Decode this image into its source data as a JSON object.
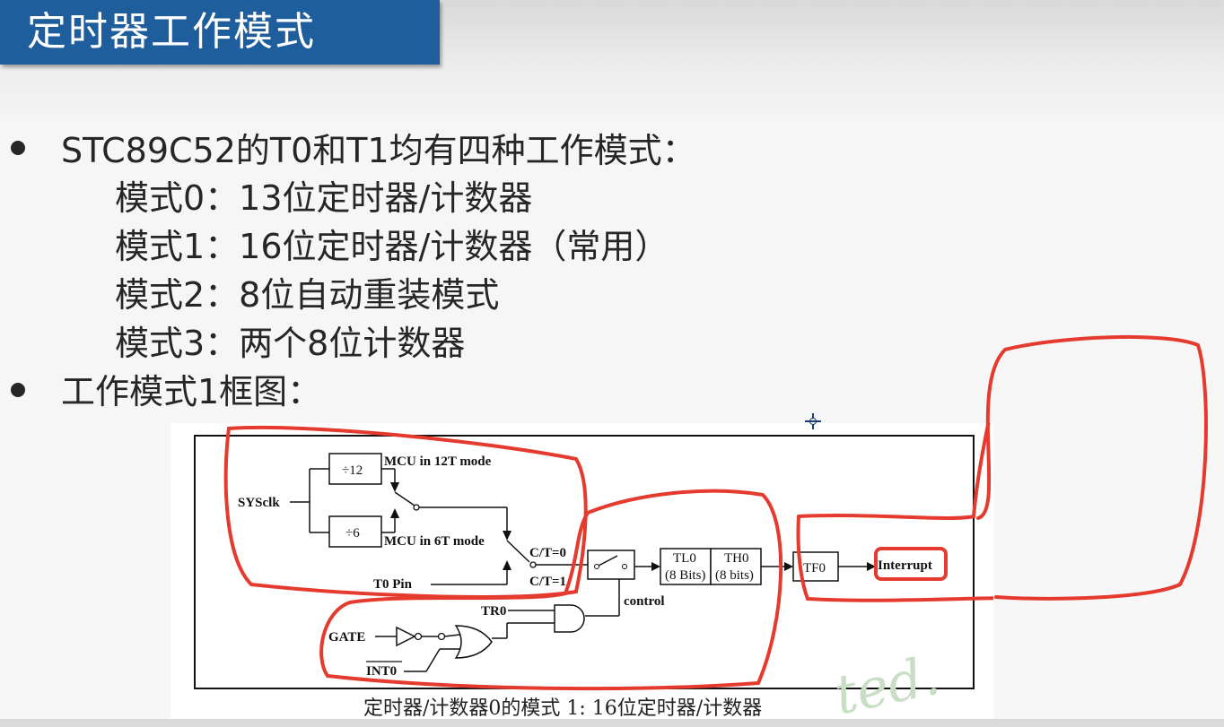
{
  "slide": {
    "title": "定时器工作模式"
  },
  "bullets": [
    {
      "text": "STC89C52的T0和T1均有四种工作模式：",
      "sub": [
        "模式0：13位定时器/计数器",
        "模式1：16位定时器/计数器（常用）",
        "模式2：8位自动重装模式",
        "模式3：两个8位计数器"
      ]
    },
    {
      "text": "工作模式1框图：",
      "sub": []
    }
  ],
  "diagram": {
    "sysclk": "SYSclk",
    "div12": "÷12",
    "div6": "÷6",
    "mode12t": "MCU in 12T mode",
    "mode6t": "MCU in 6T mode",
    "t0pin": "T0 Pin",
    "ct_top": "C/T=0",
    "ct_bottom": "C/T=1",
    "tl0": "TL0",
    "tl0_bits": "(8 Bits)",
    "th0": "TH0",
    "th0_bits": "(8 bits)",
    "tf0": "TF0",
    "interrupt": "Interrupt",
    "control": "control",
    "tr0": "TR0",
    "gate": "GATE",
    "int0": "INT0",
    "caption": "定时器/计数器0的模式 1: 16位定时器/计数器",
    "watermark": "ted."
  },
  "annotation_color": "#e53a2e"
}
